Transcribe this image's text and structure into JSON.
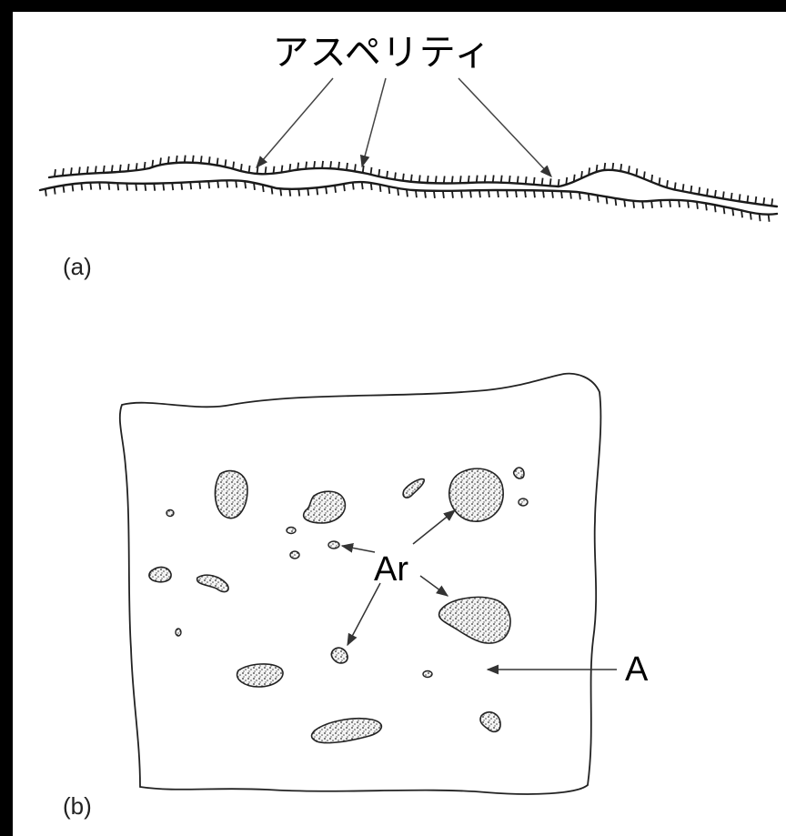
{
  "diagram": {
    "title": "アスペリティ",
    "panel_a_label": "(a)",
    "panel_b_label": "(b)",
    "real_contact_area_label": "Ar",
    "apparent_area_label": "A"
  },
  "colors": {
    "background": "#000000",
    "paper": "#ffffff",
    "ink": "#1a1a1a",
    "arrow": "#444444"
  }
}
